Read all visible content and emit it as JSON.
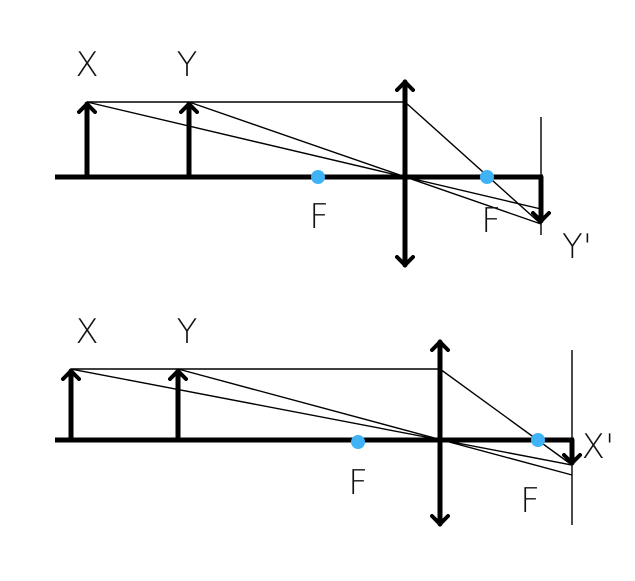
{
  "colors": {
    "focal_point": "#3fb3f5",
    "lines": "#000000"
  },
  "top_diagram": {
    "object_labels": [
      "X",
      "Y"
    ],
    "focal_labels": [
      "F",
      "F"
    ],
    "image_label": "Y'"
  },
  "bottom_diagram": {
    "object_labels": [
      "X",
      "Y"
    ],
    "focal_labels": [
      "F",
      "F"
    ],
    "image_label": "X'"
  }
}
